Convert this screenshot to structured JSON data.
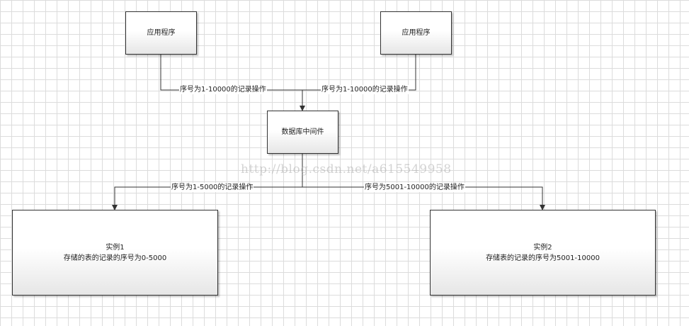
{
  "nodes": {
    "app_left": {
      "label": "应用程序"
    },
    "app_right": {
      "label": "应用程序"
    },
    "middleware": {
      "label": "数据库中间件"
    },
    "instance1": {
      "title": "实例1",
      "desc": "存储的表的记录的序号为0-5000"
    },
    "instance2": {
      "title": "实例2",
      "desc": "存储表的记录的序号为5001-10000"
    }
  },
  "edges": {
    "left_app_to_middleware": "序号为1-10000的记录操作",
    "right_app_to_middleware": "序号为1-10000的记录操作",
    "middleware_to_instance1": "序号为1-5000的记录操作",
    "middleware_to_instance2": "序号为5001-10000的记录操作"
  },
  "watermark": "http://blog.csdn.net/a615549958"
}
